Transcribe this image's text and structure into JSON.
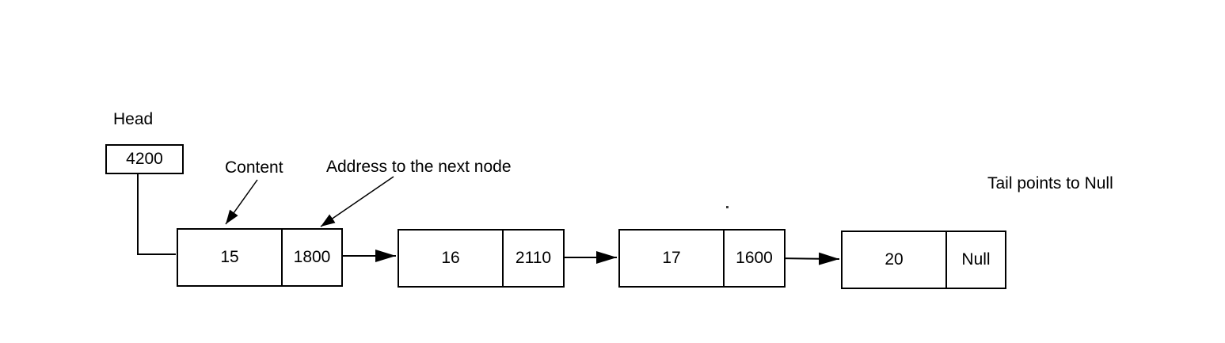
{
  "diagram_type": "singly-linked-list",
  "head": {
    "label": "Head",
    "address": "4200"
  },
  "annotations": {
    "content_label": "Content",
    "address_label": "Address to the next node",
    "tail_label": "Tail points to Null"
  },
  "nodes": [
    {
      "content": "15",
      "next": "1800"
    },
    {
      "content": "16",
      "next": "2110"
    },
    {
      "content": "17",
      "next": "1600"
    },
    {
      "content": "20",
      "next": "Null"
    }
  ],
  "colors": {
    "line": "#000000",
    "text": "#000000",
    "background": "#ffffff"
  }
}
